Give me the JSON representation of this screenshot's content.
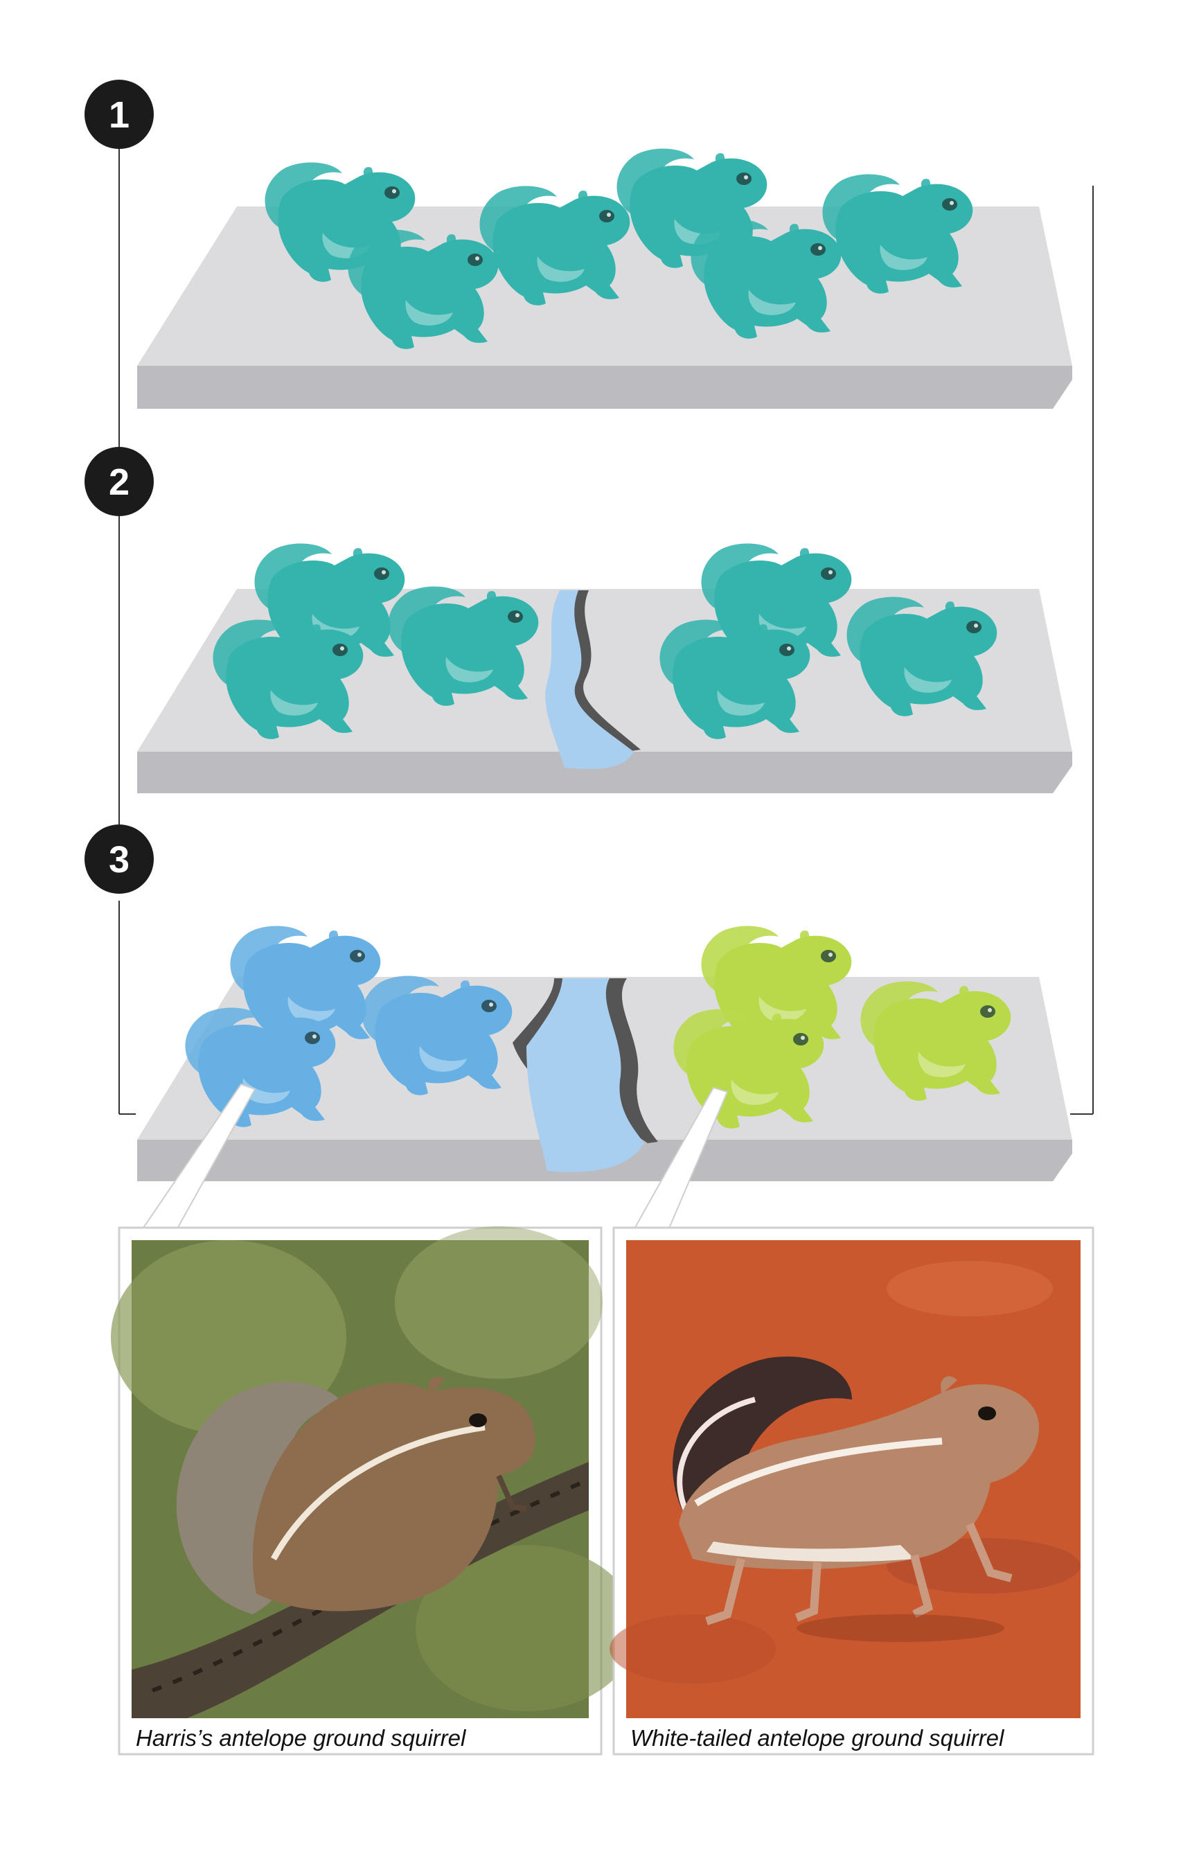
{
  "steps": [
    {
      "number": "1",
      "population": "single",
      "river": "none"
    },
    {
      "number": "2",
      "population": "single-split",
      "river": "narrow"
    },
    {
      "number": "3",
      "population": "two-species",
      "river": "wide"
    }
  ],
  "captions": {
    "left": "Harris’s antelope ground squirrel",
    "right": "White-tailed antelope ground squirrel"
  },
  "colors": {
    "ancestral": "#35b4ad",
    "left_species": "#66b0e4",
    "right_species": "#b8d94a",
    "river": "#a9cff0",
    "ground_top": "#dcdcdf",
    "ground_side": "#bcbcc0",
    "badge": "#1b1b1b",
    "desert_sand": "#c9582f",
    "branch_bg": "#6b7d44"
  },
  "icons": {
    "population_figure": "squirrel-silhouette-icon",
    "step_marker": "numbered-circle-icon"
  }
}
